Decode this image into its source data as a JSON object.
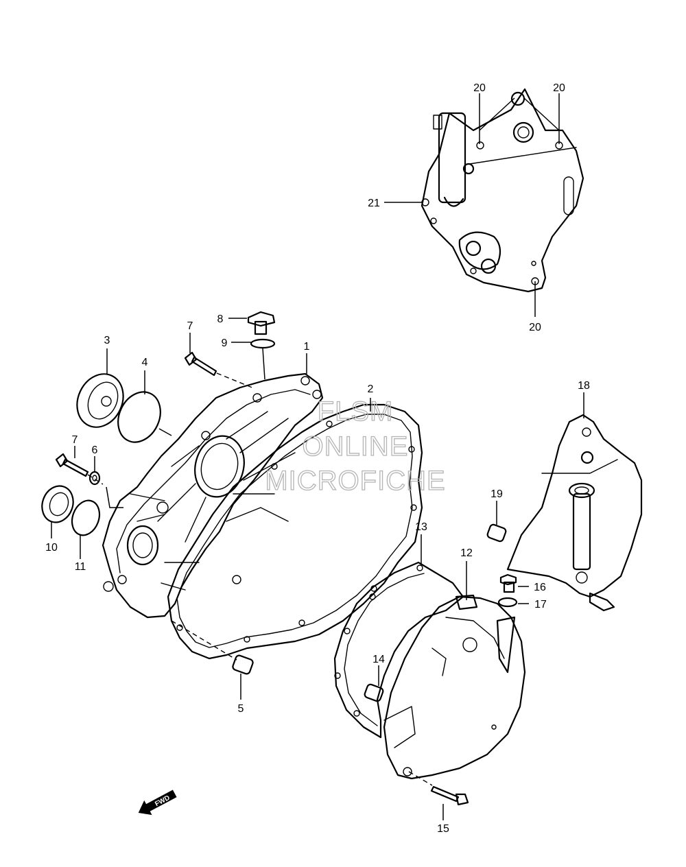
{
  "watermark": {
    "line1": "FLSM",
    "line2": "ONLINE",
    "line3": "MICROFICHE"
  },
  "direction_arrow": {
    "label": "FWD",
    "icon": "arrow-left-icon"
  },
  "callouts": [
    {
      "id": "c1",
      "label": "1"
    },
    {
      "id": "c2",
      "label": "2"
    },
    {
      "id": "c3",
      "label": "3"
    },
    {
      "id": "c4",
      "label": "4"
    },
    {
      "id": "c5",
      "label": "5"
    },
    {
      "id": "c6",
      "label": "6"
    },
    {
      "id": "c7a",
      "label": "7"
    },
    {
      "id": "c7b",
      "label": "7"
    },
    {
      "id": "c8",
      "label": "8"
    },
    {
      "id": "c9",
      "label": "9"
    },
    {
      "id": "c10",
      "label": "10"
    },
    {
      "id": "c11",
      "label": "11"
    },
    {
      "id": "c12",
      "label": "12"
    },
    {
      "id": "c13",
      "label": "13"
    },
    {
      "id": "c14",
      "label": "14"
    },
    {
      "id": "c15",
      "label": "15"
    },
    {
      "id": "c16",
      "label": "16"
    },
    {
      "id": "c17",
      "label": "17"
    },
    {
      "id": "c18",
      "label": "18"
    },
    {
      "id": "c19",
      "label": "19"
    },
    {
      "id": "c20a",
      "label": "20"
    },
    {
      "id": "c20b",
      "label": "20"
    },
    {
      "id": "c20c",
      "label": "20"
    },
    {
      "id": "c21",
      "label": "21"
    }
  ]
}
